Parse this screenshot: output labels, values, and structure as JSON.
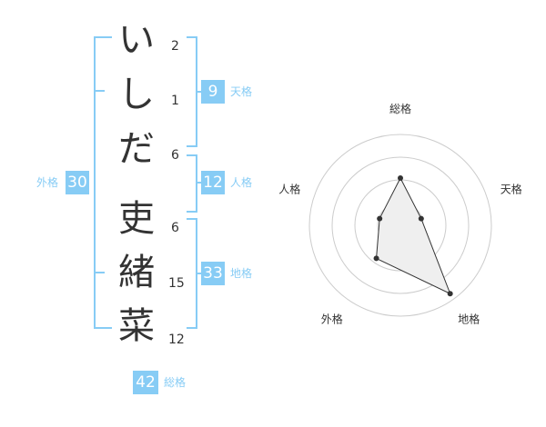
{
  "name": {
    "chars": [
      {
        "char": "い",
        "strokes": "2"
      },
      {
        "char": "し",
        "strokes": "1"
      },
      {
        "char": "だ",
        "strokes": "6"
      },
      {
        "char": "吏",
        "strokes": "6"
      },
      {
        "char": "緒",
        "strokes": "15"
      },
      {
        "char": "菜",
        "strokes": "12"
      }
    ]
  },
  "kakusu": {
    "tenkaku": {
      "value": "9",
      "label": "天格"
    },
    "jinkaku": {
      "value": "12",
      "label": "人格"
    },
    "chikaku": {
      "value": "33",
      "label": "地格"
    },
    "gaikaku": {
      "value": "30",
      "label": "外格"
    },
    "soukaku": {
      "value": "42",
      "label": "総格"
    }
  },
  "chart_data": {
    "type": "radar",
    "axes": [
      "総格",
      "天格",
      "地格",
      "外格",
      "人格"
    ],
    "values": [
      0.52,
      0.24,
      0.93,
      0.45,
      0.24
    ],
    "range": [
      0,
      1
    ],
    "rings": 4,
    "colors": {
      "fill": "#efefef",
      "stroke": "#333333",
      "point": "#333333",
      "grid": "#cccccc",
      "center": "#bbbbbb"
    }
  }
}
